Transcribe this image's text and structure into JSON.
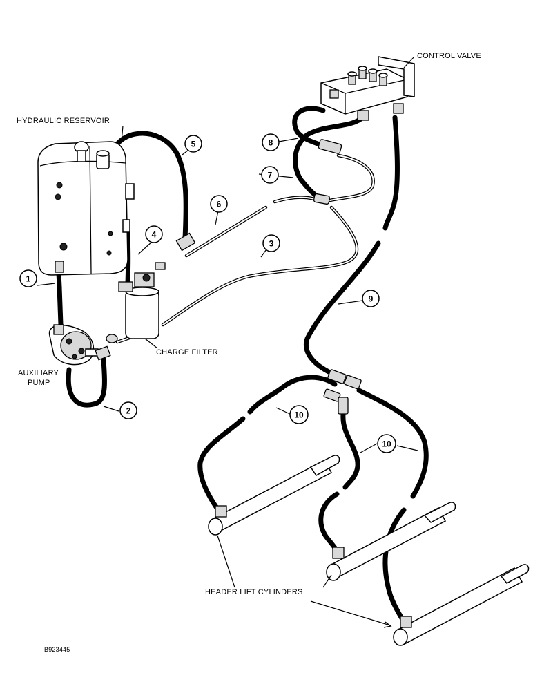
{
  "labels": {
    "control_valve": "CONTROL VALVE",
    "hydraulic_reservoir": "HYDRAULIC RESERVOIR",
    "auxiliary_pump_line1": "AUXILIARY",
    "auxiliary_pump_line2": "PUMP",
    "charge_filter": "CHARGE FILTER",
    "header_lift_cylinders": "HEADER LIFT CYLINDERS",
    "figure_id": "B923445"
  },
  "callouts": [
    "1",
    "2",
    "3",
    "4",
    "5",
    "6",
    "7",
    "8",
    "9",
    "10",
    "10"
  ]
}
